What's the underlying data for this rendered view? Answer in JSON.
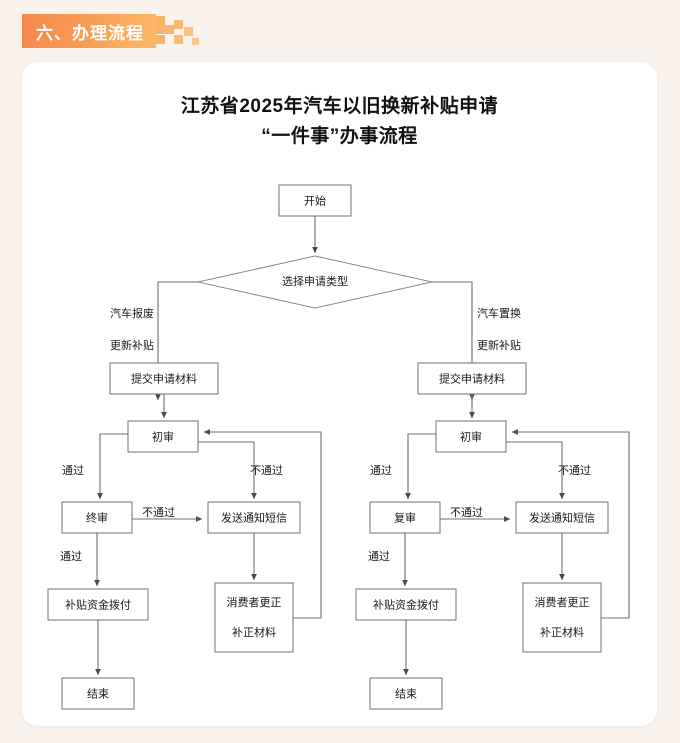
{
  "theme": {
    "page_background": "#faf2ec",
    "card_background": "#ffffff",
    "badge_gradient_start": "#f5874f",
    "badge_gradient_end": "#fbb968",
    "badge_text_color": "#ffffff",
    "deco_square_color": "#f9b26a",
    "node_stroke": "#6f6f6f",
    "text_color": "#1a1a1a"
  },
  "header": {
    "badge_label": "六、办理流程"
  },
  "card": {
    "title_line1": "江苏省2025年汽车以旧换新补贴申请",
    "title_line2": "“一件事”办事流程"
  },
  "flow": {
    "nodes": {
      "start": "开始",
      "decision": "选择申请类型",
      "left_submit": "提交申请材料",
      "left_first_review": "初审",
      "left_final_review": "终审",
      "left_sms": "发送通知短信",
      "left_payout": "补贴资金拨付",
      "left_correct_line1": "消费者更正",
      "left_correct_line2": "补正材料",
      "left_end": "结束",
      "right_submit": "提交申请材料",
      "right_first_review": "初审",
      "right_second_review": "复审",
      "right_sms": "发送通知短信",
      "right_payout": "补贴资金拨付",
      "right_correct_line1": "消费者更正",
      "right_correct_line2": "补正材料",
      "right_end": "结束"
    },
    "edge_labels": {
      "left_branch_line1": "汽车报废",
      "left_branch_line2": "更新补贴",
      "right_branch_line1": "汽车置换",
      "right_branch_line2": "更新补贴",
      "left_pass_1": "通过",
      "left_fail_1": "不通过",
      "left_fail_2": "不通过",
      "left_pass_2": "通过",
      "right_pass_1": "通过",
      "right_fail_1": "不通过",
      "right_fail_2": "不通过",
      "right_pass_2": "通过"
    }
  }
}
